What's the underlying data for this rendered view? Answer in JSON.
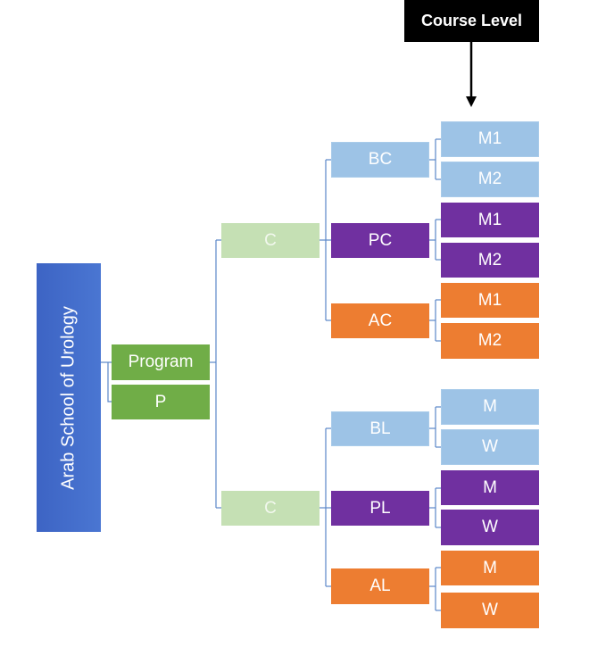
{
  "header": {
    "label": "Course Level"
  },
  "root": {
    "label": "Arab School of  Urology"
  },
  "program": {
    "label": "Program",
    "sub": "P"
  },
  "branches": [
    {
      "label": "C",
      "groups": [
        {
          "label": "BC",
          "children": [
            "M1",
            "M2"
          ]
        },
        {
          "label": "PC",
          "children": [
            "M1",
            "M2"
          ]
        },
        {
          "label": "AC",
          "children": [
            "M1",
            "M2"
          ]
        }
      ]
    },
    {
      "label": "C",
      "groups": [
        {
          "label": "BL",
          "children": [
            "M",
            "W"
          ]
        },
        {
          "label": "PL",
          "children": [
            "M",
            "W"
          ]
        },
        {
          "label": "AL",
          "children": [
            "M",
            "W"
          ]
        }
      ]
    }
  ],
  "colors": {
    "light_blue": "#9dc3e6",
    "purple": "#7030a0",
    "orange": "#ed7d31",
    "green": "#70ad47",
    "light_green": "#c5e0b4",
    "connector": "#5b87c9"
  }
}
